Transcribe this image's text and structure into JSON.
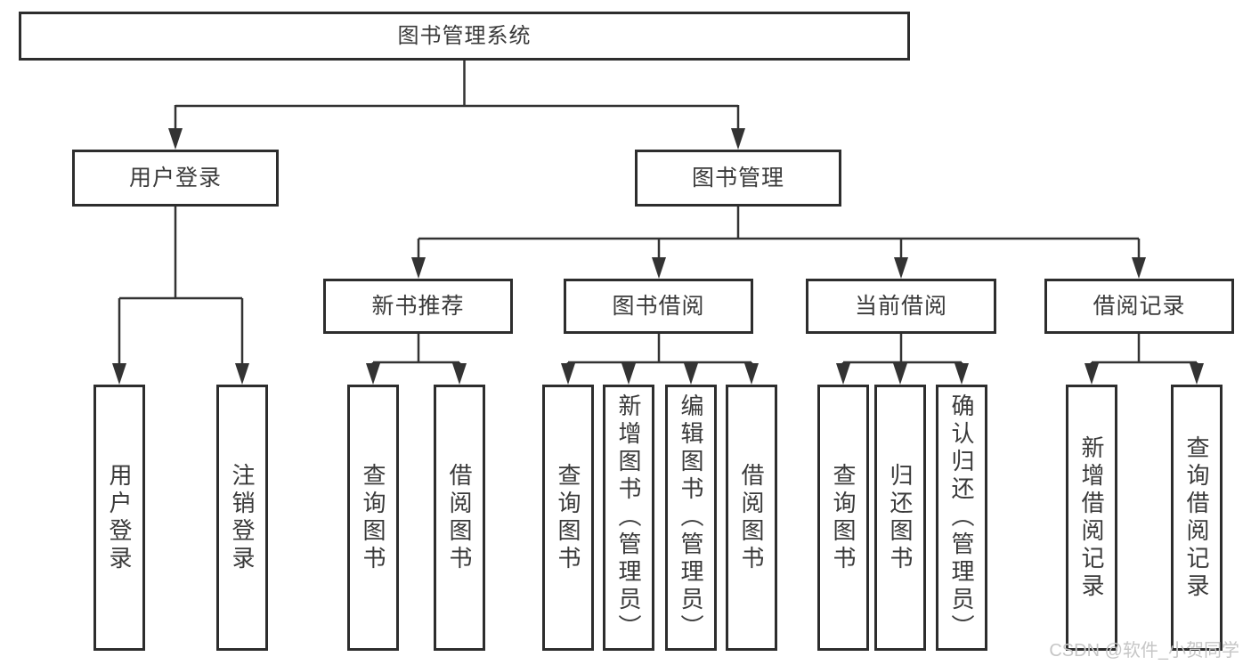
{
  "diagram": {
    "root": {
      "label": "图书管理系统"
    },
    "branches": {
      "user_login": {
        "label": "用户登录"
      },
      "book_management": {
        "label": "图书管理"
      }
    },
    "modules": {
      "new_book_recommend": {
        "label": "新书推荐"
      },
      "book_borrow": {
        "label": "图书借阅"
      },
      "current_borrow": {
        "label": "当前借阅"
      },
      "borrow_records": {
        "label": "借阅记录"
      }
    },
    "leaves": {
      "user_login": {
        "label": "用户登录"
      },
      "logout": {
        "label": "注销登录"
      },
      "recommend_query_book": {
        "label": "查询图书"
      },
      "recommend_borrow_book": {
        "label": "借阅图书"
      },
      "borrow_query_book": {
        "label": "查询图书"
      },
      "borrow_add_book": {
        "label": "新增图书（管理员）"
      },
      "borrow_edit_book": {
        "label": "编辑图书（管理员）"
      },
      "borrow_borrow_book": {
        "label": "借阅图书"
      },
      "current_query_book": {
        "label": "查询图书"
      },
      "current_return_book": {
        "label": "归还图书"
      },
      "current_confirm_return": {
        "label": "确认归还（管理员）"
      },
      "records_add_record": {
        "label": "新增借阅记录"
      },
      "records_query_record": {
        "label": "查询借阅记录"
      }
    }
  },
  "watermark": {
    "text": "CSDN @软件_小贺同学"
  },
  "colors": {
    "background": "#ffffff",
    "line": "#333333",
    "box_border": "#2d2d2d",
    "text": "#3a3a3a",
    "watermark": "#c6c6c6"
  }
}
